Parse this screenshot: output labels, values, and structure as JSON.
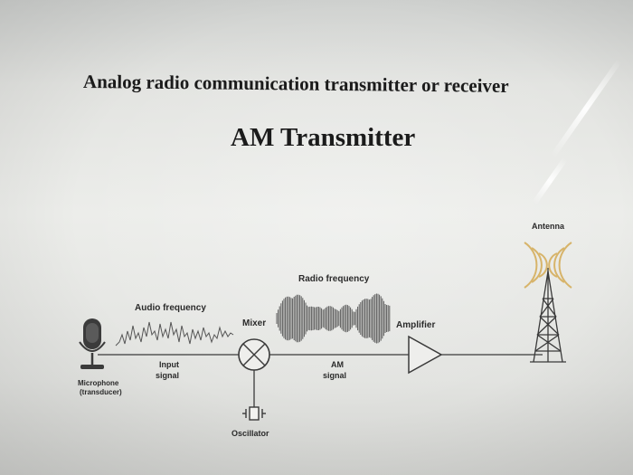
{
  "slide": {
    "title": "Analog radio communication transmitter or receiver",
    "subtitle": "AM Transmitter"
  },
  "diagram": {
    "labels": {
      "antenna": "Antenna",
      "radio_frequency": "Radio frequency",
      "audio_frequency": "Audio frequency",
      "mixer": "Mixer",
      "amplifier": "Amplifier",
      "microphone_line1": "Microphone",
      "microphone_line2": "(transducer)",
      "input_signal_line1": "Input",
      "input_signal_line2": "signal",
      "am_signal_line1": "AM",
      "am_signal_line2": "signal",
      "oscillator": "Oscillator"
    },
    "icons": {
      "microphone": "microphone-icon",
      "mixer": "mixer-symbol-icon",
      "amplifier": "amplifier-triangle-icon",
      "oscillator": "oscillator-symbol-icon",
      "antenna": "antenna-tower-icon"
    },
    "colors": {
      "radio_waves": "#d7b46a",
      "line": "#3a3a3a"
    }
  }
}
